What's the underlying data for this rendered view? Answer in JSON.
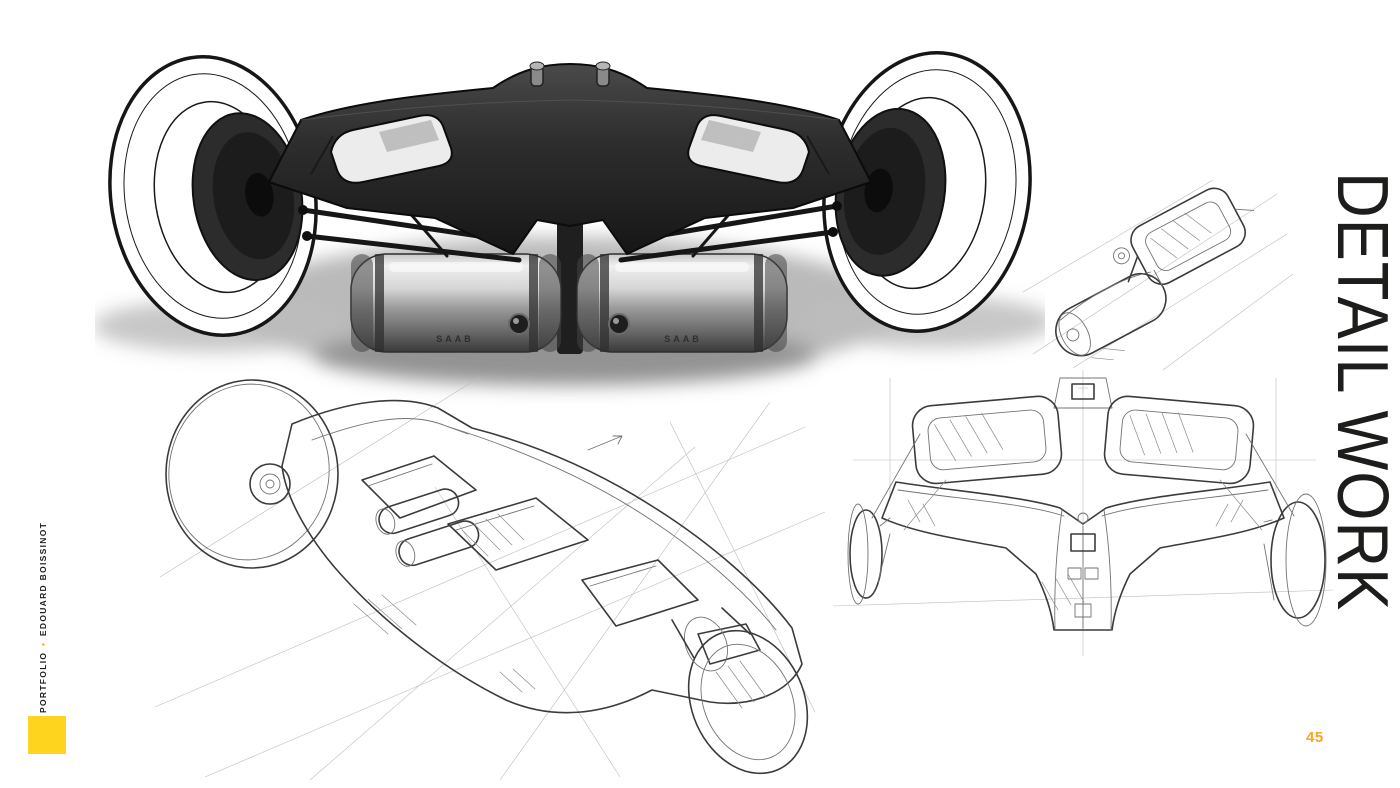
{
  "page": {
    "title": "DETAIL WORK",
    "page_number": "45"
  },
  "sidebar": {
    "portfolio": "PORTFOLIO",
    "separator": "•",
    "author": "EDOUARD BOISSINOT"
  },
  "brand": {
    "name": "SAAB"
  },
  "colors": {
    "accent": "#ffd41f",
    "page_number": "#f6a623",
    "ink": "#1d1d1b",
    "render_dark": "#232323"
  }
}
